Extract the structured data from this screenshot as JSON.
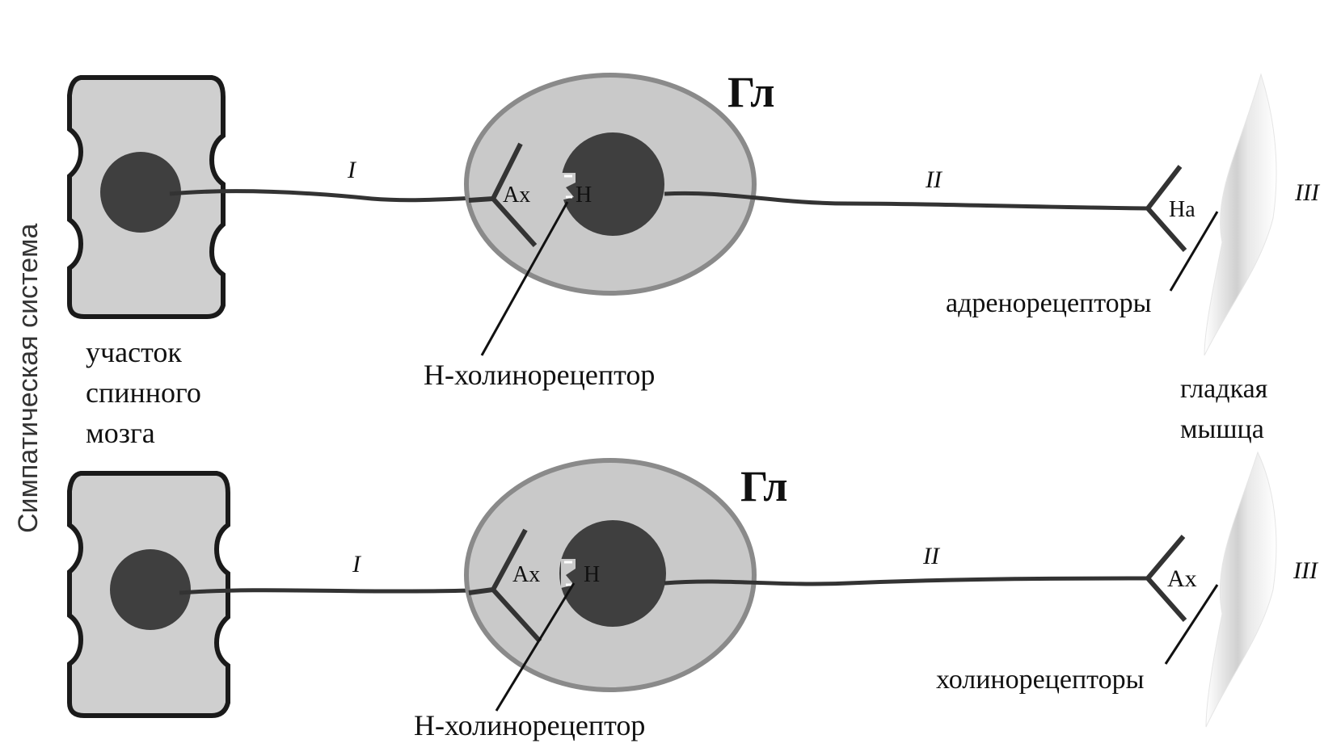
{
  "side_label": "Симпатическая система",
  "top": {
    "ganglion_label": "Гл",
    "fiber_labels": [
      "I",
      "II",
      "III"
    ],
    "synapse1_left": "Ах",
    "synapse1_right": "Н",
    "synapse2_label": "На",
    "receptor1_caption": "Н-холинорецептор",
    "receptor2_caption": "адренорецепторы"
  },
  "bottom": {
    "ganglion_label": "Гл",
    "fiber_labels": [
      "I",
      "II",
      "III"
    ],
    "synapse1_left": "Ах",
    "synapse1_right": "Н",
    "synapse2_label": "Ах",
    "receptor1_caption": "Н-холинорецептор",
    "receptor2_caption": "холинорецепторы"
  },
  "spinal_cord_caption": [
    "участок",
    "спинного",
    "мозга"
  ],
  "muscle_caption": [
    "гладкая",
    "мышца"
  ],
  "colors": {
    "cell_fill": "#cfcfcf",
    "nucleus_fill": "#3f3f3f",
    "ganglion_fill": "#c9c9c9",
    "line": "#222222"
  }
}
